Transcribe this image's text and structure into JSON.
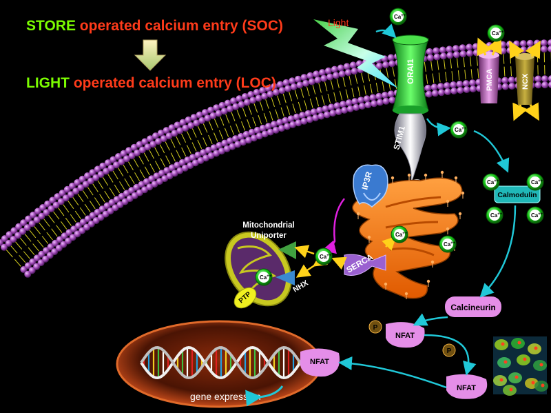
{
  "title": {
    "line1_prefix": "STORE",
    "line1_rest": " operated calcium entry (SOC)",
    "line2_prefix": "LIGHT",
    "line2_rest": " operated calcium entry (LOC)"
  },
  "labels": {
    "light": "Light",
    "orai1": "ORAI1",
    "pmca": "PMCA",
    "ncx": "NCX",
    "stim1": "STIM1",
    "ip3r": "IP3R",
    "calmodulin": "Calmodulin",
    "serca": "SERCA",
    "mito_uniporter_line1": "Mitochondrial",
    "mito_uniporter_line2": "Uniporter",
    "nhx": "NHX",
    "ptp": "PTP",
    "calcineurin": "Calcineurin",
    "nfat": "NFAT",
    "phosphate": "P",
    "gene_expression": "gene expression",
    "ca_base": "Ca",
    "ca_charge": "++"
  },
  "colors": {
    "title_prefix": "#7cfc00",
    "title_rest": "#ff3b1a",
    "membrane_head": "#a24cb8",
    "channel_green": "#22c43a",
    "er_orange": "#ff7a12",
    "arrow_cyan": "#20c8d8",
    "arrow_yellow": "#ffd21a",
    "protein_pink": "#e58ee8",
    "calmodulin_teal": "#20b8b8"
  }
}
